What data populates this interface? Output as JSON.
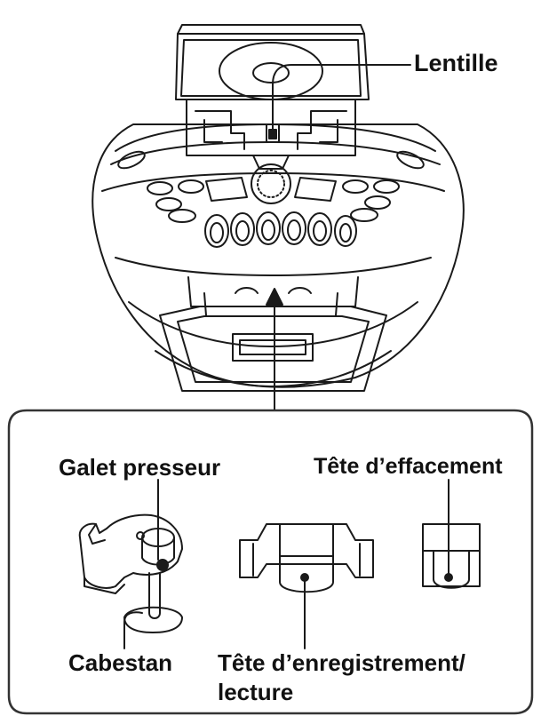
{
  "labels": {
    "lens": "Lentille",
    "pinch_roller": "Galet presseur",
    "erase_head": "Tête d’effacement",
    "capstan": "Cabestan",
    "record_playback_head_line1": "Tête d’enregistrement/",
    "record_playback_head_line2": "lecture"
  },
  "colors": {
    "line": "#1a1a1a",
    "panel_border": "#333333",
    "background": "#ffffff"
  }
}
